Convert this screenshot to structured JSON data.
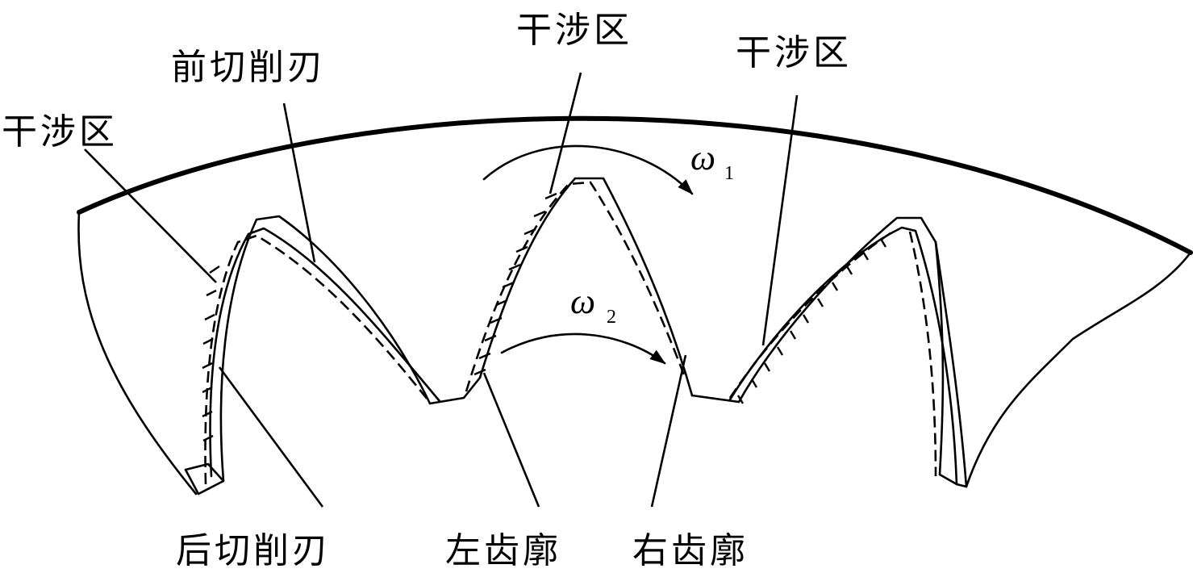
{
  "labels": {
    "interference_left": "干涉区",
    "front_cutting_edge": "前切削刃",
    "interference_middle": "干涉区",
    "interference_right": "干涉区",
    "rear_cutting_edge": "后切削刃",
    "left_tooth_profile": "左齿廓",
    "right_tooth_profile": "右齿廓"
  },
  "rotation": {
    "omega1_symbol": "ω",
    "omega1_sub": "1",
    "omega2_symbol": "ω",
    "omega2_sub": "2"
  }
}
